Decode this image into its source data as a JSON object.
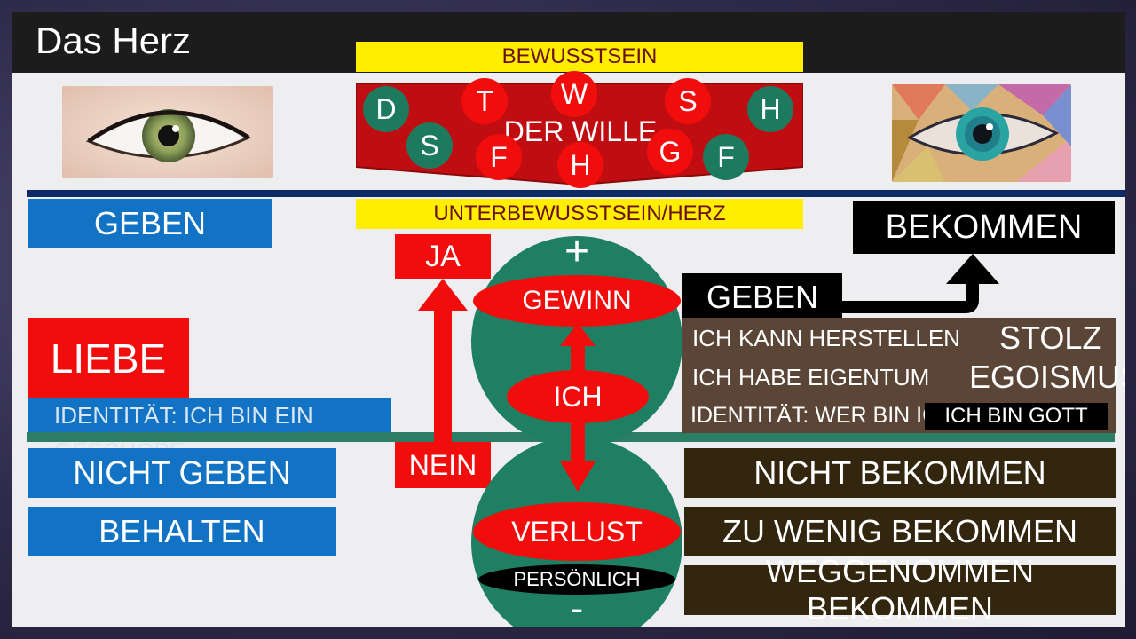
{
  "title": "Das Herz",
  "bewusstsein": "BEWUSSTSEIN",
  "der_wille": "DER WILLE",
  "letters": {
    "d": "D",
    "t": "T",
    "w": "W",
    "s1": "S",
    "h1": "H",
    "s2": "S",
    "f1": "F",
    "h2": "H",
    "g": "G",
    "f2": "F"
  },
  "unterbewusstsein": "UNTERBEWUSSTSEIN/HERZ",
  "left": {
    "geben": "GEBEN",
    "liebe": "LIEBE",
    "identitaet": "IDENTITÄT: ICH BIN EIN GESCHÖPF",
    "nicht_geben": "NICHT GEBEN",
    "behalten": "BEHALTEN"
  },
  "center": {
    "ja": "JA",
    "nein": "NEIN",
    "plus": "+",
    "minus": "-",
    "gewinn": "GEWINN",
    "ich": "ICH",
    "verlust": "VERLUST",
    "persoenlich": "PERSÖNLICH"
  },
  "right": {
    "bekommen": "BEKOMMEN",
    "geben": "GEBEN",
    "ich_kann_herstellen": "ICH KANN HERSTELLEN",
    "ich_habe_eigentum": "ICH HABE EIGENTUM",
    "stolz": "STOLZ",
    "egoismus": "EGOISMUS",
    "identitaet": "IDENTITÄT: WER BIN ICH?",
    "ich_bin_gott": "ICH BIN GOTT",
    "nicht_bekommen": "NICHT BEKOMMEN",
    "zu_wenig_bekommen": "ZU WENIG BEKOMMEN",
    "weggenommen_bekommen": "WEGGENOMMEN BEKOMMEN"
  },
  "colors": {
    "red": "#f20d0d",
    "green": "#1e7a5e",
    "blue": "#1272c4",
    "yellow": "#ffee00",
    "navy": "#0d2a66"
  }
}
